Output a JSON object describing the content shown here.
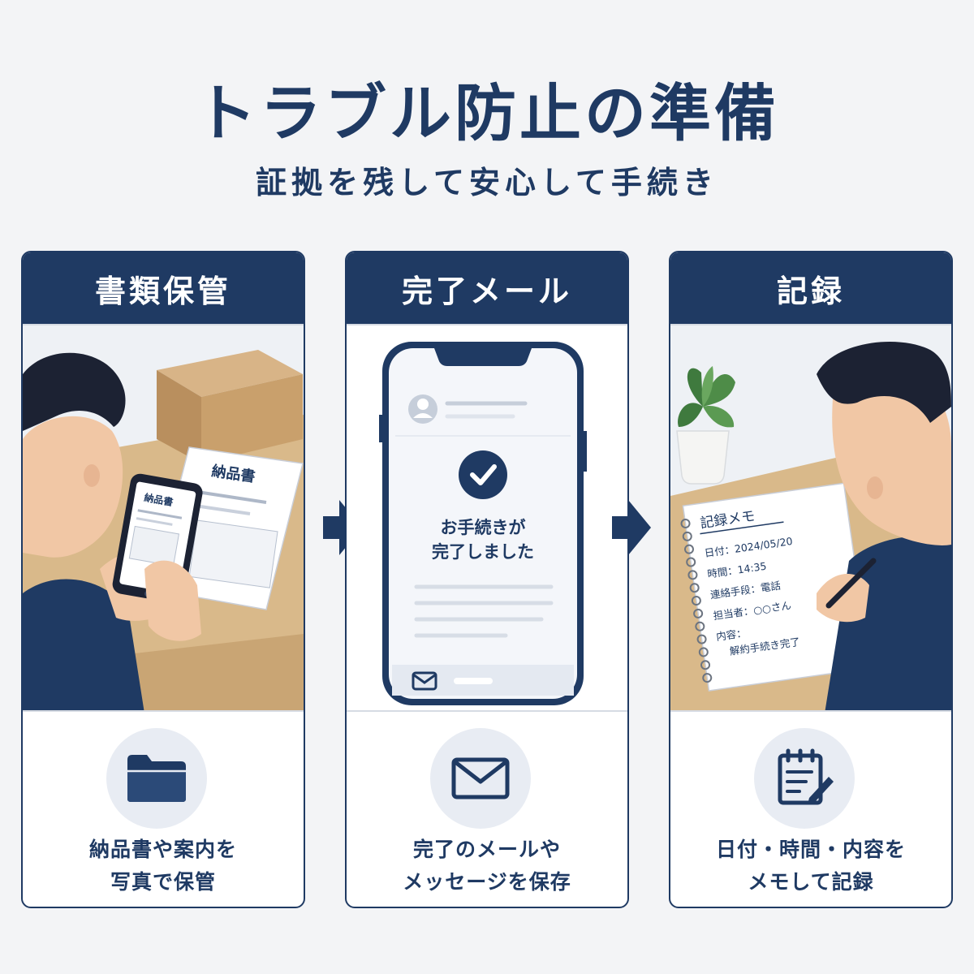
{
  "header": {
    "title": "トラブル防止の準備",
    "subtitle": "証拠を残して安心して手続き"
  },
  "colors": {
    "primary": "#1f3a63",
    "background": "#f3f4f6",
    "icon_bg": "#e8ecf3"
  },
  "cards": [
    {
      "title": "書類保管",
      "document_label": "納品書",
      "phone_document_label": "納品書",
      "icon": "folder-icon",
      "caption_line1": "納品書や案内を",
      "caption_line2": "写真で保管"
    },
    {
      "title": "完了メール",
      "phone_message_line1": "お手続きが",
      "phone_message_line2": "完了しました",
      "icon": "envelope-icon",
      "caption_line1": "完了のメールや",
      "caption_line2": "メッセージを保存"
    },
    {
      "title": "記録",
      "memo": {
        "heading": "記録メモ",
        "date": "日付：2024/05/20",
        "time": "時間：14:35",
        "contact": "連絡手段：電話",
        "person": "担当者：○○さん",
        "content_label": "内容：",
        "content_value": "解約手続き完了"
      },
      "icon": "memo-pen-icon",
      "caption_line1": "日付・時間・内容を",
      "caption_line2": "メモして記録"
    }
  ]
}
